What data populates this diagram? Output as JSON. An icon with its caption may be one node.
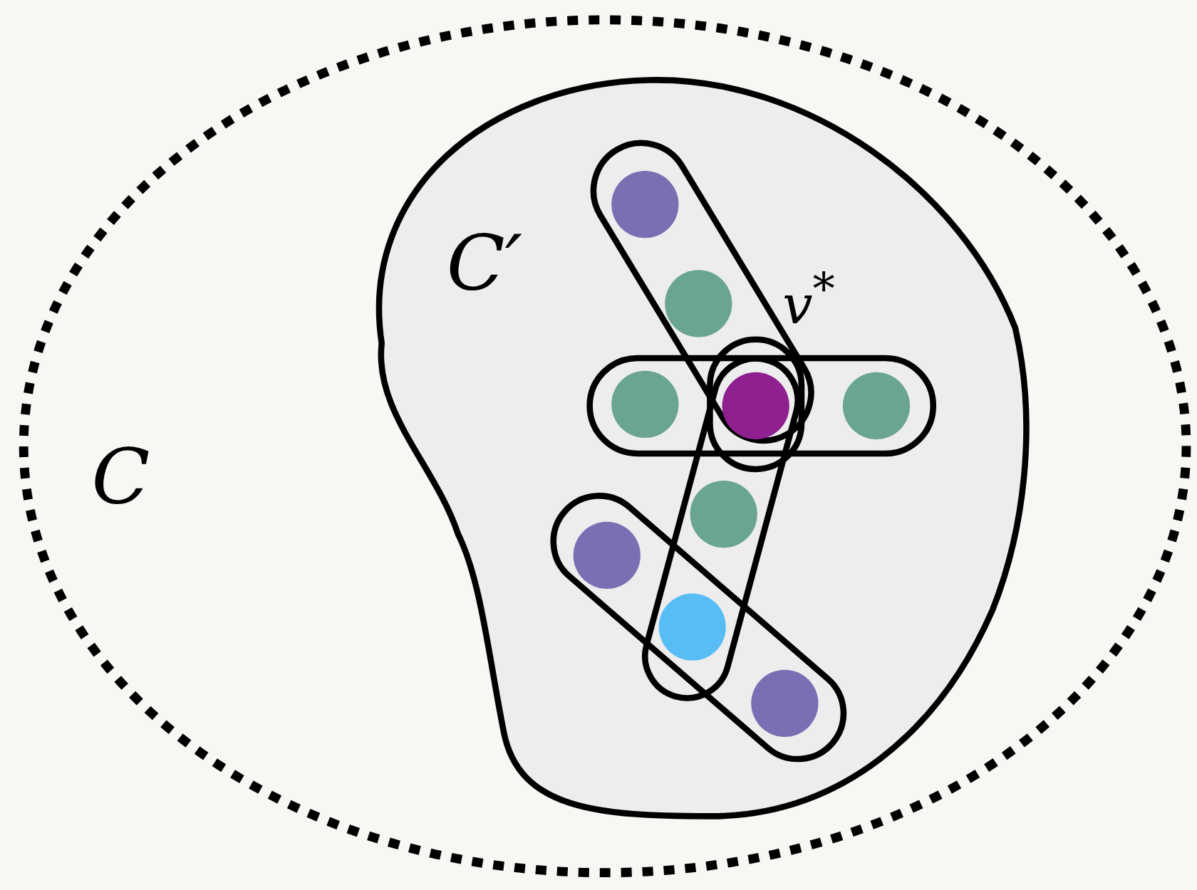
{
  "diagram": {
    "nodes": [
      {
        "text": [
          "C"
        ]
      },
      {
        "text": [
          "C′"
        ],
        "in": 0
      }
    ],
    "labels": [
      "v$^{*}$"
    ]
  }
}
